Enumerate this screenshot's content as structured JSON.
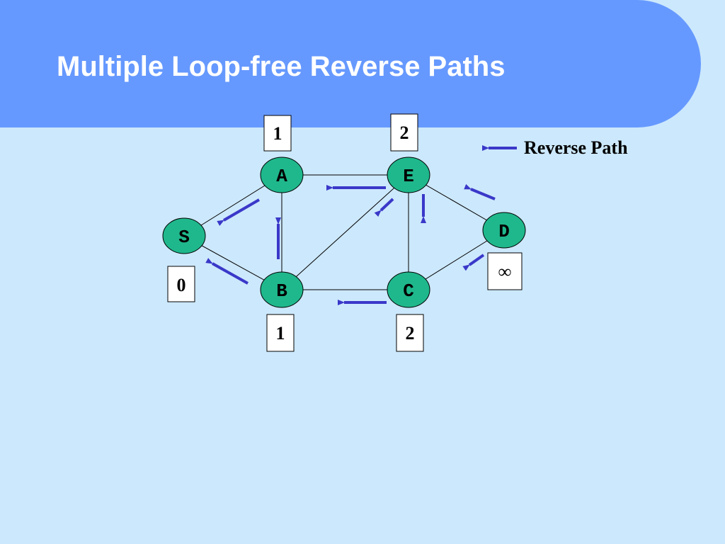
{
  "slide": {
    "title": "Multiple Loop-free Reverse Paths"
  },
  "legend": {
    "label": "Reverse Path"
  },
  "colors": {
    "banner": "#6699ff",
    "background": "#cce8fc",
    "node_fill": "#1fb88c",
    "arrow": "#3a38c9"
  },
  "nodes": [
    {
      "id": "S",
      "label": "S"
    },
    {
      "id": "A",
      "label": "A"
    },
    {
      "id": "B",
      "label": "B"
    },
    {
      "id": "E",
      "label": "E"
    },
    {
      "id": "C",
      "label": "C"
    },
    {
      "id": "D",
      "label": "D"
    }
  ],
  "distances": [
    {
      "node": "A",
      "value": "1"
    },
    {
      "node": "E",
      "value": "2"
    },
    {
      "node": "S",
      "value": "0"
    },
    {
      "node": "B",
      "value": "1"
    },
    {
      "node": "C",
      "value": "2"
    },
    {
      "node": "D",
      "value": "∞"
    }
  ],
  "edges": [
    {
      "from": "S",
      "to": "A"
    },
    {
      "from": "S",
      "to": "B"
    },
    {
      "from": "A",
      "to": "E"
    },
    {
      "from": "A",
      "to": "B"
    },
    {
      "from": "B",
      "to": "E"
    },
    {
      "from": "B",
      "to": "C"
    },
    {
      "from": "E",
      "to": "C"
    },
    {
      "from": "E",
      "to": "D"
    },
    {
      "from": "C",
      "to": "D"
    }
  ],
  "reverse_paths": [
    {
      "from": "A",
      "to": "S"
    },
    {
      "from": "B",
      "to": "S"
    },
    {
      "from": "B",
      "to": "A"
    },
    {
      "from": "E",
      "to": "A"
    },
    {
      "from": "E",
      "to": "B"
    },
    {
      "from": "E",
      "to": "C"
    },
    {
      "from": "C",
      "to": "B"
    },
    {
      "from": "D",
      "to": "E"
    },
    {
      "from": "D",
      "to": "C"
    }
  ]
}
